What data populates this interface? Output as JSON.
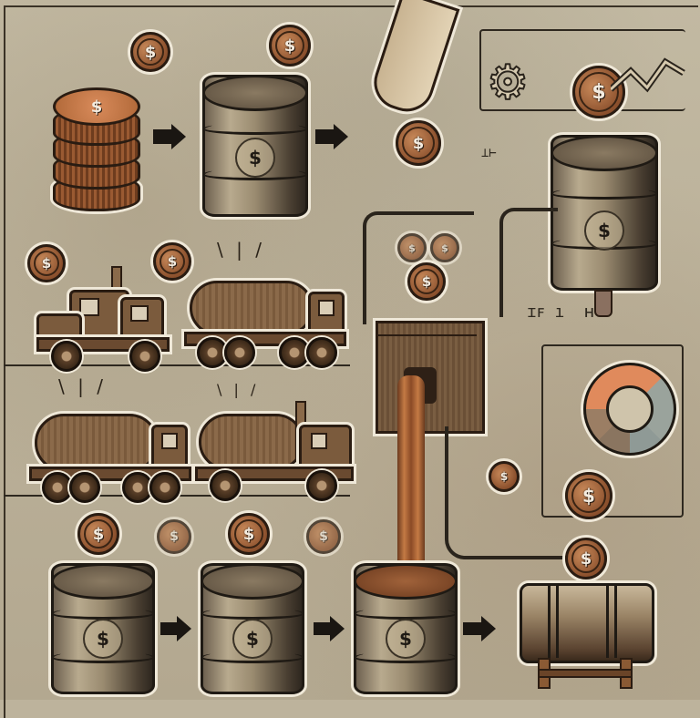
{
  "diagram": {
    "theme": "oil-to-money flow illustration",
    "colors": {
      "background": "#bdb39c",
      "ink": "#1f1a14",
      "copper": "#a5683d",
      "barrel_metal": "#9a8b70",
      "tank_brown": "#7a5a3c",
      "outline_highlight": "#efe8d8"
    },
    "glyphs": {
      "currency": "$",
      "scribble_1": "ɪꜰ ı  ʜ",
      "scribble_2": "⊥⊢",
      "burst": "\\ | /"
    },
    "rows": [
      {
        "name": "row-1",
        "steps": [
          "coin-stack",
          "oil-barrel",
          "hand-dropping-coin",
          "chart-panel",
          "barrel-with-tap"
        ]
      },
      {
        "name": "row-2",
        "steps": [
          "truck-cab",
          "tanker-truck"
        ]
      },
      {
        "name": "row-3",
        "steps": [
          "tanker-truck",
          "tanker-truck"
        ]
      },
      {
        "name": "row-4",
        "steps": [
          "oil-barrel",
          "oil-barrel",
          "oil-barrel-filling",
          "horizontal-barrel"
        ]
      }
    ],
    "donut_chart": {
      "segments": [
        {
          "color": "#e08a5c"
        },
        {
          "color": "#9aa39c"
        },
        {
          "color": "#9aa39c"
        },
        {
          "color": "#8f9a96"
        },
        {
          "color": "#8a7560"
        },
        {
          "color": "#9b7e64"
        },
        {
          "color": "#e08a5c"
        },
        {
          "color": "#e08a5c"
        }
      ]
    },
    "trend_line_points": "0,40 22,20 40,38 60,10 80,22"
  }
}
